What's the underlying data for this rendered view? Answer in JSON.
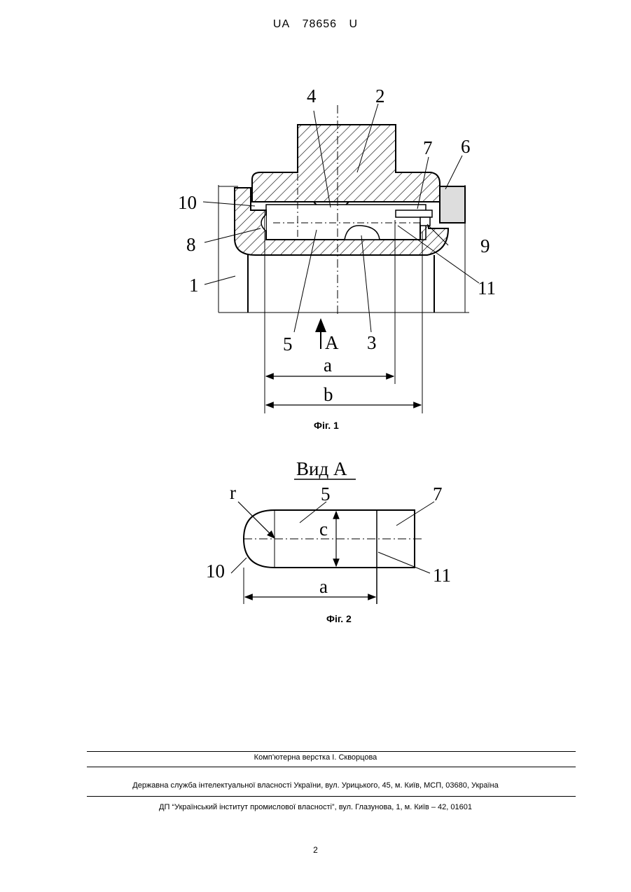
{
  "header": {
    "country": "UA",
    "number": "78656",
    "kind": "U"
  },
  "fig1": {
    "caption": "Фіг. 1",
    "labels": {
      "l1": "1",
      "l2": "2",
      "l3": "3",
      "l4": "4",
      "l5": "5",
      "l6": "6",
      "l7": "7",
      "l8": "8",
      "l9": "9",
      "l10": "10",
      "l11": "11",
      "A": "A",
      "a": "a",
      "b": "b"
    }
  },
  "fig2": {
    "title": "Вид А",
    "caption": "Фіг. 2",
    "labels": {
      "r": "r",
      "l5": "5",
      "l7": "7",
      "c": "c",
      "l10": "10",
      "l11": "11",
      "a": "a"
    }
  },
  "footer": {
    "layout_credit": "Комп’ютерна верстка І. Скворцова",
    "agency": "Державна служба інтелектуальної власності України, вул. Урицького, 45, м. Київ, МСП, 03680, Україна",
    "institute": "ДП “Український інститут промислової власності”, вул. Глазунова, 1, м. Київ – 42, 01601"
  },
  "page_number": "2"
}
